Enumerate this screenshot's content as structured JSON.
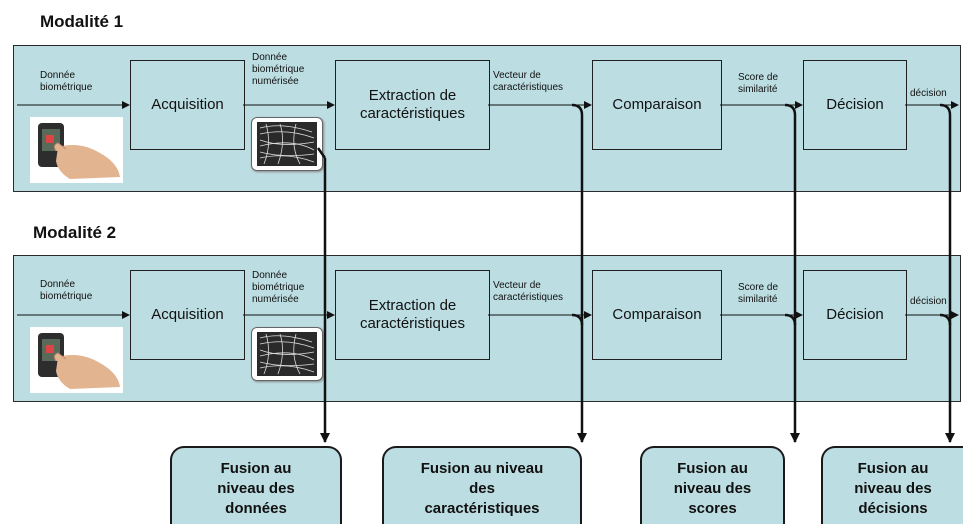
{
  "modality1": {
    "title": "Modalité 1",
    "input_label_1": "Donnée",
    "input_label_2": "biométrique",
    "acquisition": "Acquisition",
    "digitized_1": "Donnée",
    "digitized_2": "biométrique",
    "digitized_3": "numérisée",
    "extraction_1": "Extraction de",
    "extraction_2": "caractéristiques",
    "vector_1": "Vecteur de",
    "vector_2": "caractéristiques",
    "comparison": "Comparaison",
    "score_1": "Score de",
    "score_2": "similarité",
    "decision": "Décision",
    "decision_out": "décision"
  },
  "modality2": {
    "title": "Modalité 2",
    "input_label_1": "Donnée",
    "input_label_2": "biométrique",
    "acquisition": "Acquisition",
    "digitized_1": "Donnée",
    "digitized_2": "biométrique",
    "digitized_3": "numérisée",
    "extraction_1": "Extraction de",
    "extraction_2": "caractéristiques",
    "vector_1": "Vecteur de",
    "vector_2": "caractéristiques",
    "comparison": "Comparaison",
    "score_1": "Score de",
    "score_2": "similarité",
    "decision": "Décision",
    "decision_out": "décision"
  },
  "fusion": {
    "data_1": "Fusion au",
    "data_2": "niveau des",
    "data_3": "données",
    "features_1": "Fusion au niveau",
    "features_2": "des",
    "features_3": "caractéristiques",
    "scores_1": "Fusion au",
    "scores_2": "niveau des",
    "scores_3": "scores",
    "decisions_1": "Fusion au",
    "decisions_2": "niveau des",
    "decisions_3": "décisions"
  },
  "colors": {
    "panel": "#bcdde2",
    "line": "#111111"
  },
  "icons": [
    "fingerprint-scanner-hand-image",
    "fingerprint-image"
  ]
}
